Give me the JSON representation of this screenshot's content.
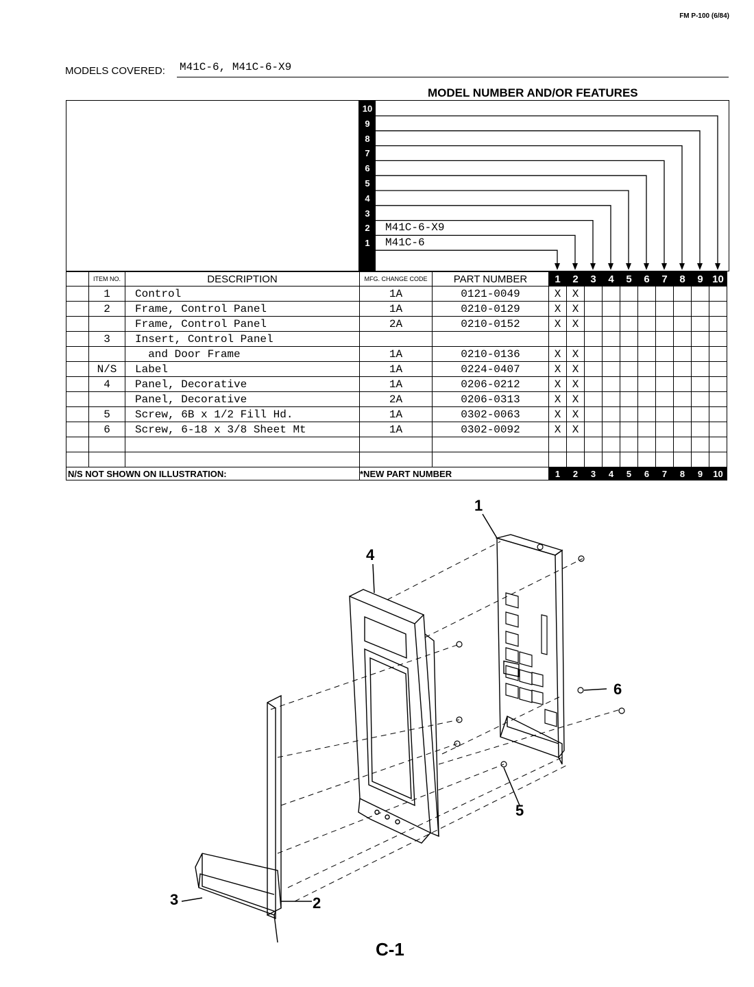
{
  "header": {
    "form_id": "FM P-100 (6/84)",
    "models_covered_label": "MODELS COVERED:",
    "models_covered_value": "M41C-6, M41C-6-X9",
    "model_features_title": "MODEL NUMBER AND/OR FEATURES"
  },
  "model_columns": [
    {
      "num": "10",
      "label": ""
    },
    {
      "num": "9",
      "label": ""
    },
    {
      "num": "8",
      "label": ""
    },
    {
      "num": "7",
      "label": ""
    },
    {
      "num": "6",
      "label": ""
    },
    {
      "num": "5",
      "label": ""
    },
    {
      "num": "4",
      "label": ""
    },
    {
      "num": "3",
      "label": ""
    },
    {
      "num": "2",
      "label": "M41C-6-X9"
    },
    {
      "num": "1",
      "label": "M41C-6"
    }
  ],
  "table": {
    "headers": {
      "item_no": "ITEM NO.",
      "description": "DESCRIPTION",
      "mfg_change_code": "MFG. CHANGE CODE",
      "part_number": "PART NUMBER",
      "cols": [
        "1",
        "2",
        "3",
        "4",
        "5",
        "6",
        "7",
        "8",
        "9",
        "10"
      ]
    },
    "rows": [
      {
        "item": "1",
        "desc": "Control",
        "code": "1A",
        "part": "0121-0049",
        "marks": [
          "X",
          "X",
          "",
          "",
          "",
          "",
          "",
          "",
          "",
          ""
        ]
      },
      {
        "item": "2",
        "desc": "Frame, Control Panel",
        "code": "1A",
        "part": "0210-0129",
        "marks": [
          "X",
          "X",
          "",
          "",
          "",
          "",
          "",
          "",
          "",
          ""
        ]
      },
      {
        "item": "",
        "desc": "Frame, Control Panel",
        "code": "2A",
        "part": "0210-0152",
        "marks": [
          "X",
          "X",
          "",
          "",
          "",
          "",
          "",
          "",
          "",
          ""
        ]
      },
      {
        "item": "3",
        "desc": "Insert, Control Panel",
        "code": "",
        "part": "",
        "marks": [
          "",
          "",
          "",
          "",
          "",
          "",
          "",
          "",
          "",
          ""
        ]
      },
      {
        "item": "",
        "desc": "  and Door Frame",
        "code": "1A",
        "part": "0210-0136",
        "marks": [
          "X",
          "X",
          "",
          "",
          "",
          "",
          "",
          "",
          "",
          ""
        ]
      },
      {
        "item": "N/S",
        "desc": "Label",
        "code": "1A",
        "part": "0224-0407",
        "marks": [
          "X",
          "X",
          "",
          "",
          "",
          "",
          "",
          "",
          "",
          ""
        ]
      },
      {
        "item": "4",
        "desc": "Panel, Decorative",
        "code": "1A",
        "part": "0206-0212",
        "marks": [
          "X",
          "X",
          "",
          "",
          "",
          "",
          "",
          "",
          "",
          ""
        ]
      },
      {
        "item": "",
        "desc": "Panel, Decorative",
        "code": "2A",
        "part": "0206-0313",
        "marks": [
          "X",
          "X",
          "",
          "",
          "",
          "",
          "",
          "",
          "",
          ""
        ]
      },
      {
        "item": "5",
        "desc": "Screw, 6B x 1/2 Fill Hd.",
        "code": "1A",
        "part": "0302-0063",
        "marks": [
          "X",
          "X",
          "",
          "",
          "",
          "",
          "",
          "",
          "",
          ""
        ]
      },
      {
        "item": "6",
        "desc": "Screw, 6-18 x 3/8 Sheet Mt",
        "code": "1A",
        "part": "0302-0092",
        "marks": [
          "X",
          "X",
          "",
          "",
          "",
          "",
          "",
          "",
          "",
          ""
        ]
      },
      {
        "item": "",
        "desc": "",
        "code": "",
        "part": "",
        "marks": [
          "",
          "",
          "",
          "",
          "",
          "",
          "",
          "",
          "",
          ""
        ]
      },
      {
        "item": "",
        "desc": "",
        "code": "",
        "part": "",
        "marks": [
          "",
          "",
          "",
          "",
          "",
          "",
          "",
          "",
          "",
          ""
        ]
      }
    ],
    "footer": {
      "ns_note": "N/S NOT SHOWN ON ILLUSTRATION:",
      "new_part_note": "*NEW PART NUMBER"
    }
  },
  "illustration": {
    "callouts": [
      "1",
      "2",
      "3",
      "4",
      "5",
      "6"
    ]
  },
  "page_label": "C-1"
}
